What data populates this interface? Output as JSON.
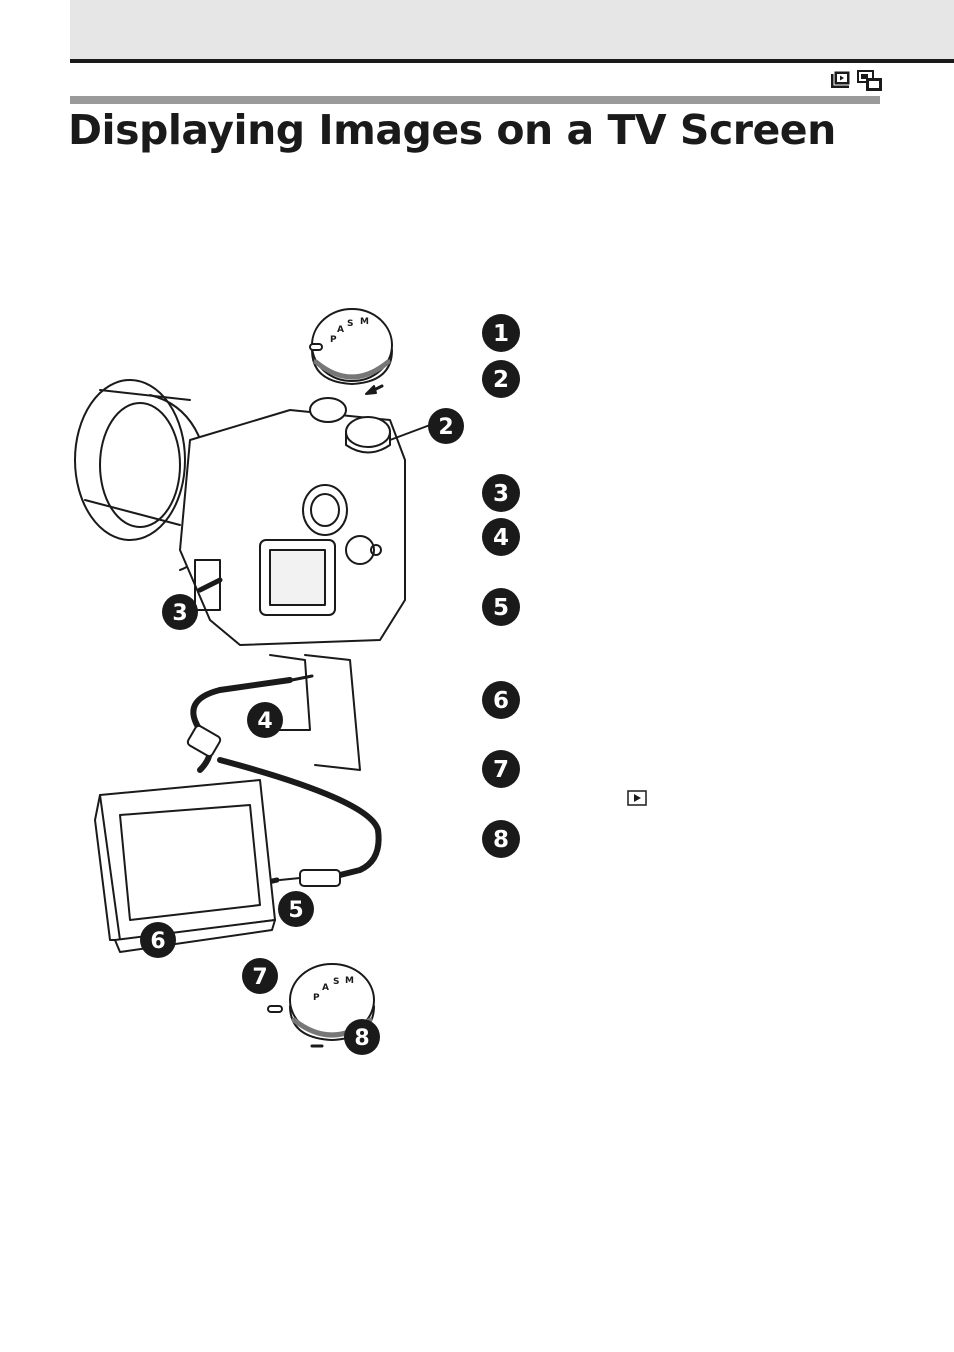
{
  "page": {
    "title": "Displaying Images on a TV Screen"
  },
  "header": {
    "icons": [
      "playback-mode-icon",
      "tv-display-icon"
    ]
  },
  "steps": [
    {
      "number": "1"
    },
    {
      "number": "2"
    },
    {
      "number": "3"
    },
    {
      "number": "4"
    },
    {
      "number": "5"
    },
    {
      "number": "6"
    },
    {
      "number": "7"
    },
    {
      "number": "8"
    }
  ],
  "illustration": {
    "callouts": [
      "2",
      "3",
      "4",
      "5",
      "6",
      "7",
      "8"
    ],
    "dial_labels": [
      "M",
      "S",
      "A",
      "P"
    ]
  },
  "inline_icon": "play-icon"
}
